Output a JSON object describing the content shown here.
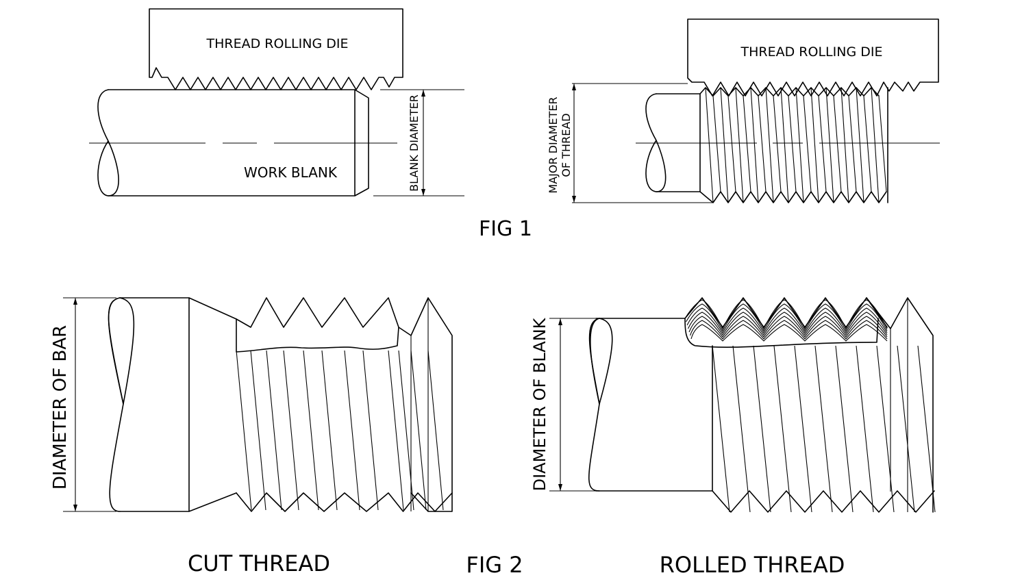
{
  "fig1": {
    "caption": "FIG 1",
    "left": {
      "die_label": "THREAD ROLLING DIE",
      "blank_label": "WORK BLANK",
      "dimension_label": "BLANK DIAMETER"
    },
    "right": {
      "die_label": "THREAD ROLLING DIE",
      "dimension_line1": "MAJOR DIAMETER",
      "dimension_line2": "OF THREAD"
    }
  },
  "fig2": {
    "caption": "FIG 2",
    "left": {
      "caption": "CUT THREAD",
      "dimension_label": "DIAMETER OF BAR"
    },
    "right": {
      "caption": "ROLLED THREAD",
      "dimension_label": "DIAMETER OF BLANK"
    }
  },
  "colors": {
    "ink": "#000000",
    "paper": "#ffffff"
  }
}
